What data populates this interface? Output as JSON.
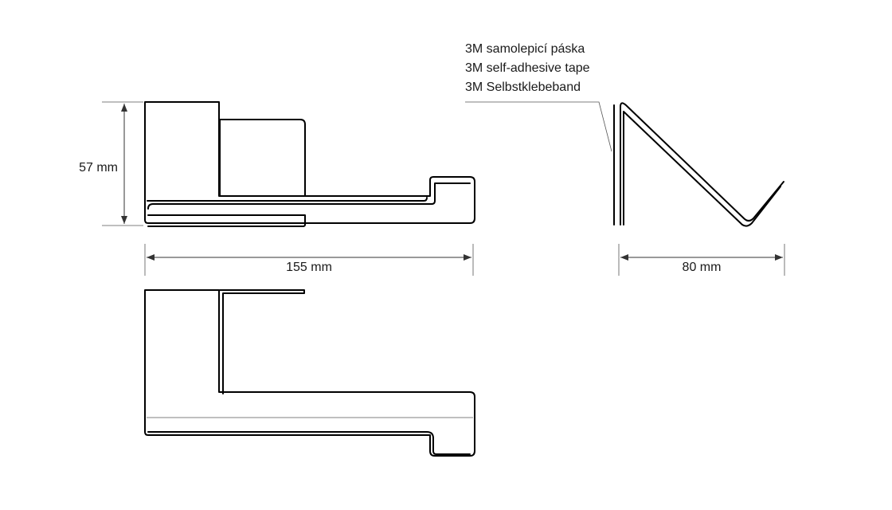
{
  "tape_note": {
    "cz": "3M samolepicí páska",
    "en": "3M self-adhesive tape",
    "de": "3M Selbstklebeband"
  },
  "dimensions": {
    "height": "57 mm",
    "length": "155 mm",
    "depth": "80 mm"
  }
}
